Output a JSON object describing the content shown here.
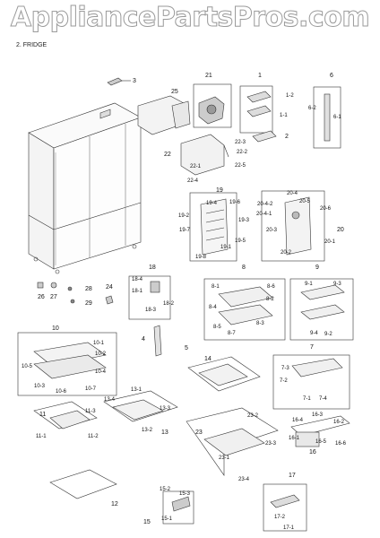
{
  "watermark": "AppliancePartsPros.com",
  "section_title": "2. FRIDGE",
  "callouts": [
    {
      "id": "l3",
      "text": "3"
    },
    {
      "id": "l21",
      "text": "21"
    },
    {
      "id": "l25",
      "text": "25"
    },
    {
      "id": "l1",
      "text": "1"
    },
    {
      "id": "l1_2",
      "text": "1-2"
    },
    {
      "id": "l1_1",
      "text": "1-1"
    },
    {
      "id": "l2",
      "text": "2"
    },
    {
      "id": "l6",
      "text": "6"
    },
    {
      "id": "l6_2",
      "text": "6-2"
    },
    {
      "id": "l6_1",
      "text": "6-1"
    },
    {
      "id": "l22",
      "text": "22"
    },
    {
      "id": "l22_3",
      "text": "22-3"
    },
    {
      "id": "l22_2",
      "text": "22-2"
    },
    {
      "id": "l22_1",
      "text": "22-1"
    },
    {
      "id": "l22_5",
      "text": "22-5"
    },
    {
      "id": "l22_4",
      "text": "22-4"
    },
    {
      "id": "l19",
      "text": "19"
    },
    {
      "id": "l19_4",
      "text": "19-4"
    },
    {
      "id": "l19_6",
      "text": "19-6"
    },
    {
      "id": "l19_3",
      "text": "19-3"
    },
    {
      "id": "l19_2",
      "text": "19-2"
    },
    {
      "id": "l19_7",
      "text": "19-7"
    },
    {
      "id": "l19_5",
      "text": "19-5"
    },
    {
      "id": "l19_1",
      "text": "19-1"
    },
    {
      "id": "l19_8",
      "text": "19-8"
    },
    {
      "id": "l20_4",
      "text": "20-4"
    },
    {
      "id": "l20_4_2",
      "text": "20-4-2"
    },
    {
      "id": "l20_5",
      "text": "20-5"
    },
    {
      "id": "l20_4_1",
      "text": "20-4-1"
    },
    {
      "id": "l20_6",
      "text": "20-6"
    },
    {
      "id": "l20",
      "text": "20"
    },
    {
      "id": "l20_3",
      "text": "20-3"
    },
    {
      "id": "l20_1",
      "text": "20-1"
    },
    {
      "id": "l20_2",
      "text": "20-2"
    },
    {
      "id": "l26",
      "text": "26"
    },
    {
      "id": "l27",
      "text": "27"
    },
    {
      "id": "l28",
      "text": "28"
    },
    {
      "id": "l29",
      "text": "29"
    },
    {
      "id": "l24",
      "text": "24"
    },
    {
      "id": "l18",
      "text": "18"
    },
    {
      "id": "l18_4",
      "text": "18-4"
    },
    {
      "id": "l18_1",
      "text": "18-1"
    },
    {
      "id": "l18_2",
      "text": "18-2"
    },
    {
      "id": "l18_3",
      "text": "18-3"
    },
    {
      "id": "l8",
      "text": "8"
    },
    {
      "id": "l8_1",
      "text": "8-1"
    },
    {
      "id": "l8_6",
      "text": "8-6"
    },
    {
      "id": "l8_2",
      "text": "8-2"
    },
    {
      "id": "l8_4",
      "text": "8-4"
    },
    {
      "id": "l8_3",
      "text": "8-3"
    },
    {
      "id": "l8_5",
      "text": "8-5"
    },
    {
      "id": "l8_7",
      "text": "8-7"
    },
    {
      "id": "l9",
      "text": "9"
    },
    {
      "id": "l9_1",
      "text": "9-1"
    },
    {
      "id": "l9_3",
      "text": "9-3"
    },
    {
      "id": "l9_4",
      "text": "9-4"
    },
    {
      "id": "l9_2",
      "text": "9-2"
    },
    {
      "id": "l4",
      "text": "4"
    },
    {
      "id": "l5",
      "text": "5"
    },
    {
      "id": "l10",
      "text": "10"
    },
    {
      "id": "l10_1",
      "text": "10-1"
    },
    {
      "id": "l10_2",
      "text": "10-2"
    },
    {
      "id": "l10_5",
      "text": "10-5"
    },
    {
      "id": "l10_4",
      "text": "10-4"
    },
    {
      "id": "l10_3",
      "text": "10-3"
    },
    {
      "id": "l10_7",
      "text": "10-7"
    },
    {
      "id": "l10_6",
      "text": "10-6"
    },
    {
      "id": "l7",
      "text": "7"
    },
    {
      "id": "l7_3",
      "text": "7-3"
    },
    {
      "id": "l7_2",
      "text": "7-2"
    },
    {
      "id": "l7_1",
      "text": "7-1"
    },
    {
      "id": "l7_4",
      "text": "7-4"
    },
    {
      "id": "l14",
      "text": "14"
    },
    {
      "id": "l13_1",
      "text": "13-1"
    },
    {
      "id": "l13_4",
      "text": "13-4"
    },
    {
      "id": "l13_3",
      "text": "13-3"
    },
    {
      "id": "l13_2",
      "text": "13-2"
    },
    {
      "id": "l13",
      "text": "13"
    },
    {
      "id": "l11",
      "text": "11"
    },
    {
      "id": "l11_3",
      "text": "11-3"
    },
    {
      "id": "l11_1",
      "text": "11-1"
    },
    {
      "id": "l11_2",
      "text": "11-2"
    },
    {
      "id": "l23_2",
      "text": "23-2"
    },
    {
      "id": "l23",
      "text": "23"
    },
    {
      "id": "l23_3",
      "text": "23-3"
    },
    {
      "id": "l23_1",
      "text": "23-1"
    },
    {
      "id": "l23_4",
      "text": "23-4"
    },
    {
      "id": "l16_4",
      "text": "16-4"
    },
    {
      "id": "l16_3",
      "text": "16-3"
    },
    {
      "id": "l16_2",
      "text": "16-2"
    },
    {
      "id": "l16_1",
      "text": "16-1"
    },
    {
      "id": "l16_5",
      "text": "16-5"
    },
    {
      "id": "l16_6",
      "text": "16-6"
    },
    {
      "id": "l16",
      "text": "16"
    },
    {
      "id": "l12",
      "text": "12"
    },
    {
      "id": "l15_2",
      "text": "15-2"
    },
    {
      "id": "l15_3",
      "text": "15-3"
    },
    {
      "id": "l15_1",
      "text": "15-1"
    },
    {
      "id": "l15",
      "text": "15"
    },
    {
      "id": "l17",
      "text": "17"
    },
    {
      "id": "l17_2",
      "text": "17-2"
    },
    {
      "id": "l17_1",
      "text": "17-1"
    }
  ]
}
